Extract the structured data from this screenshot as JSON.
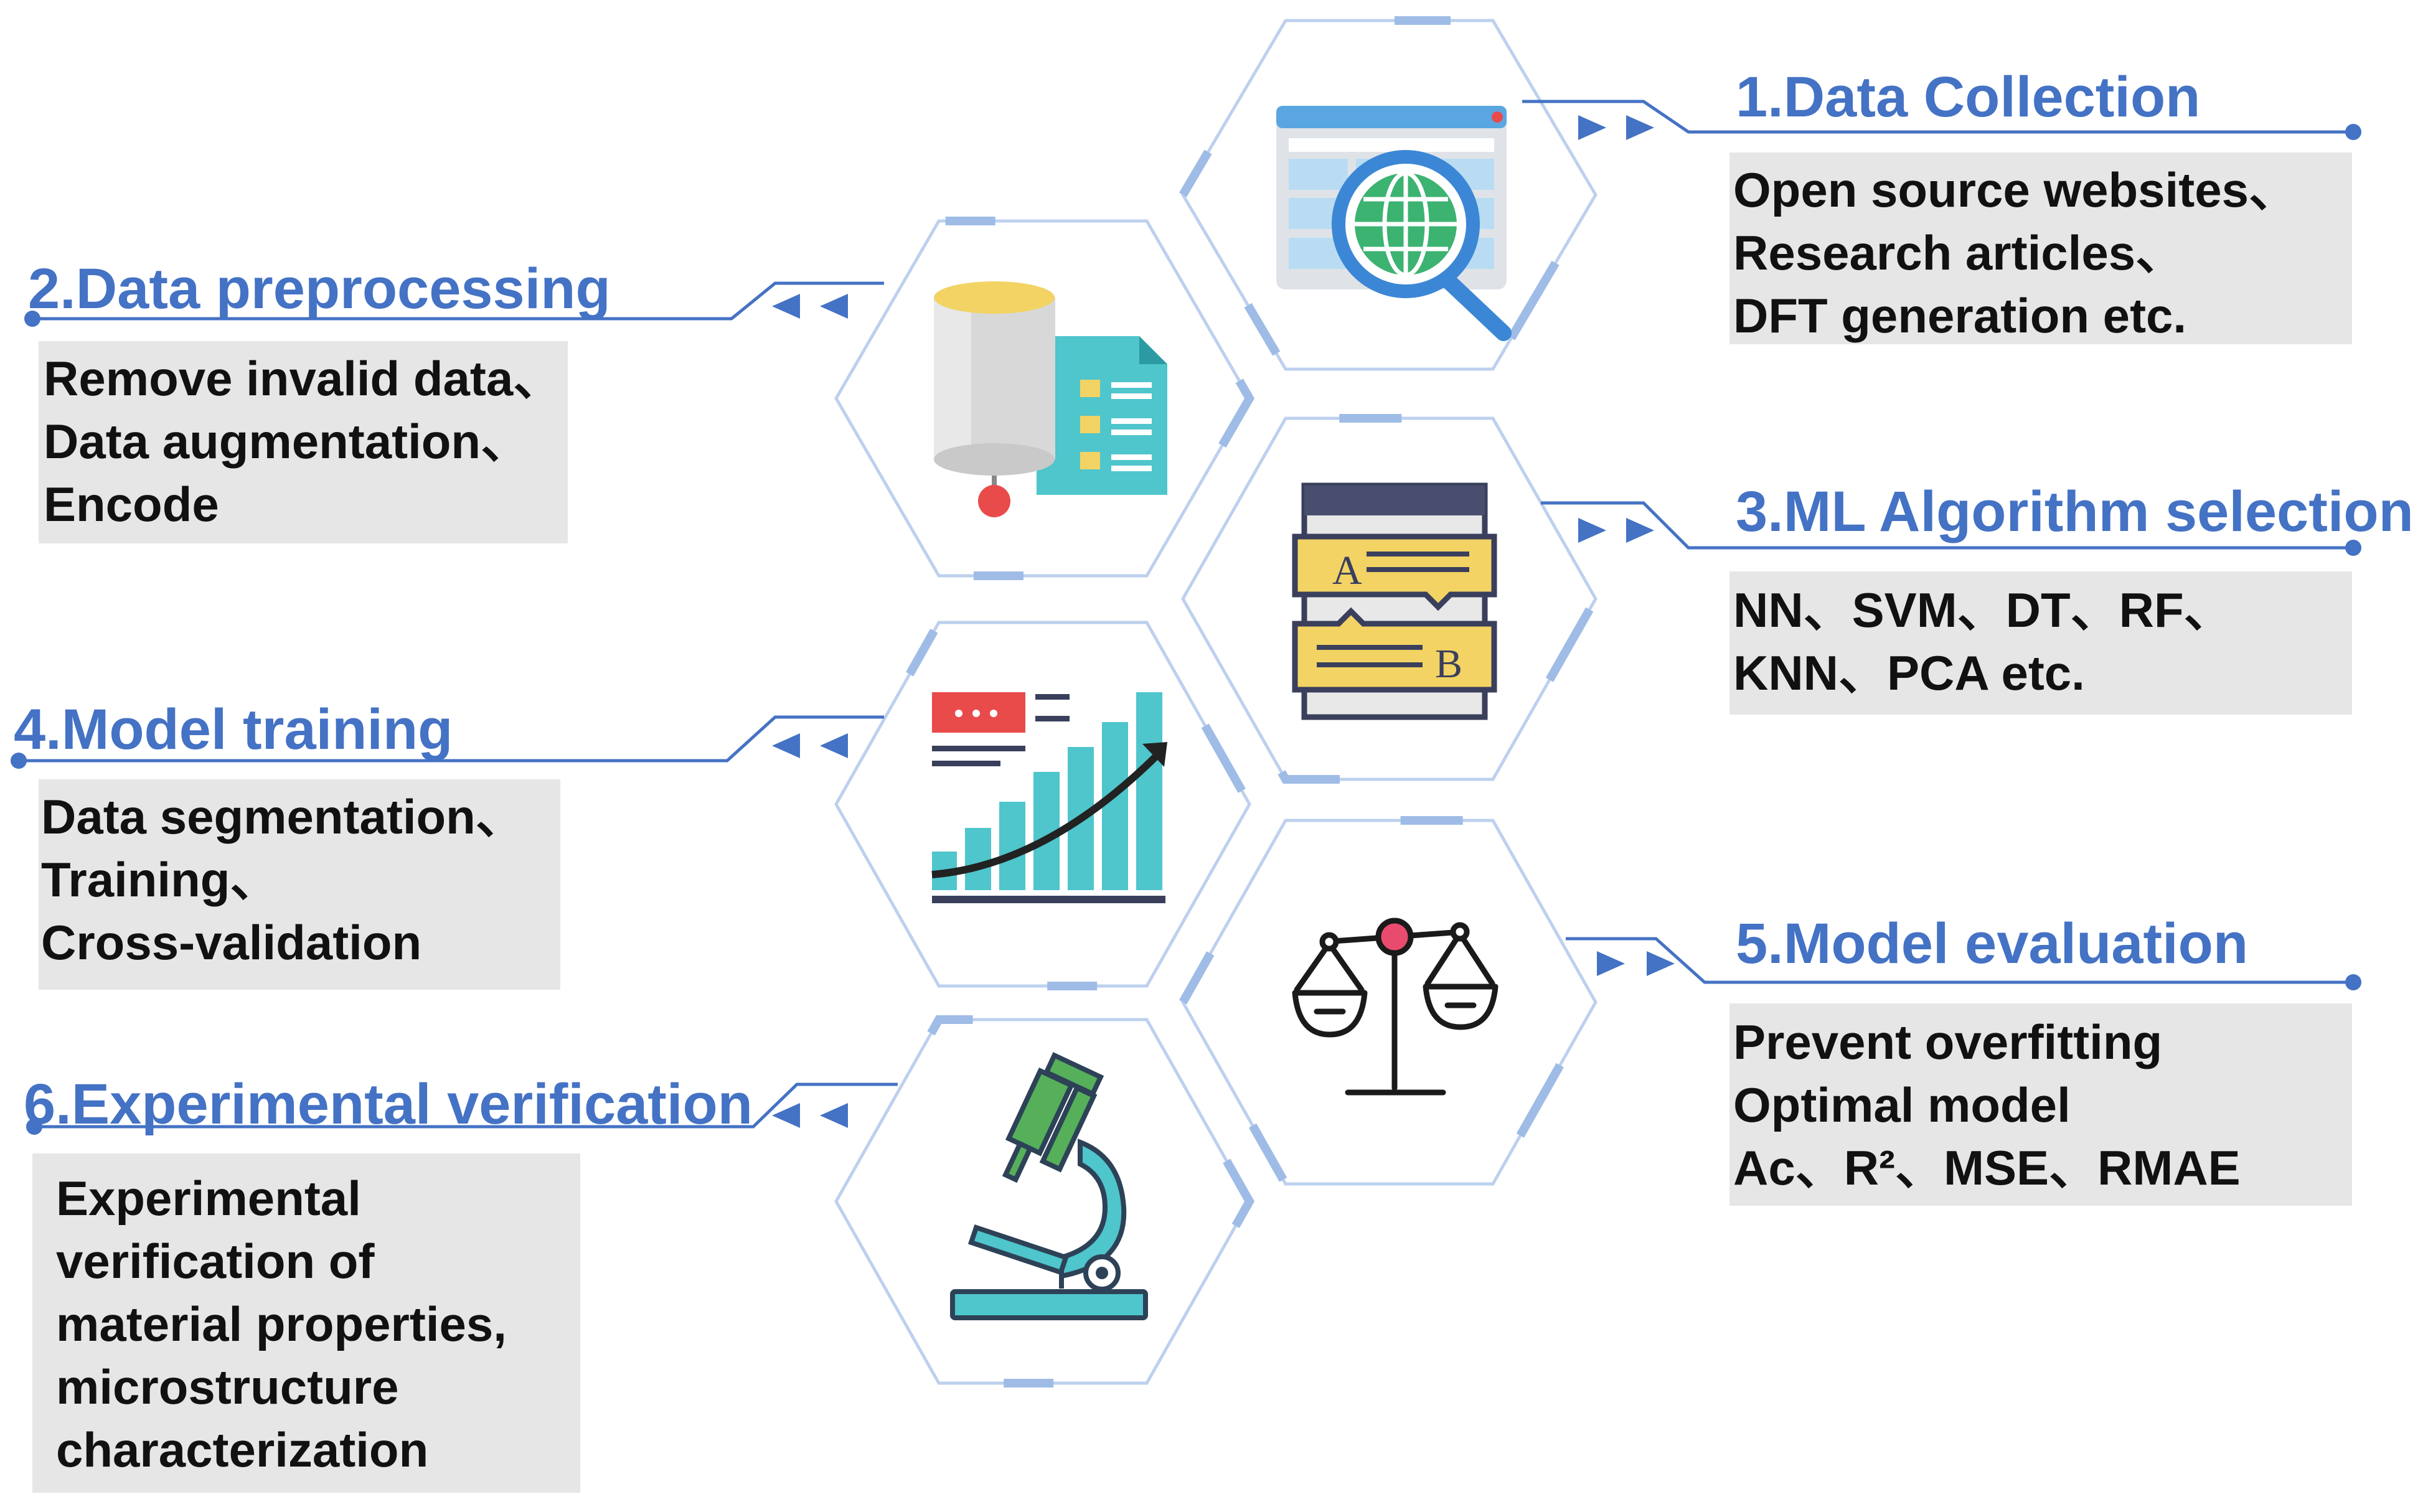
{
  "colors": {
    "accent": "#4472C4",
    "hex_border": "#bdd0ee",
    "box_fill": "#e6e6e6",
    "teal": "#4fc5cc",
    "yellow": "#f2d364",
    "red": "#e94b4b",
    "green": "#56b05a"
  },
  "steps": [
    {
      "id": "data-collection",
      "title": "1.Data Collection",
      "icon": "globe-search-icon",
      "lines": [
        "Open source websites、",
        "Research articles、",
        "DFT generation etc."
      ]
    },
    {
      "id": "data-preprocessing",
      "title": "2.Data preprocessing",
      "icon": "database-document-icon",
      "lines": [
        "Remove invalid data、",
        "Data augmentation、",
        "Encode"
      ]
    },
    {
      "id": "ml-algorithm-selection",
      "title": "3.ML Algorithm selection",
      "icon": "ab-comparison-icon",
      "lines": [
        "NN、SVM、DT、RF、",
        "KNN、PCA etc."
      ]
    },
    {
      "id": "model-training",
      "title": "4.Model training",
      "icon": "growth-chart-icon",
      "lines": [
        "Data segmentation、",
        "Training、",
        "Cross-validation"
      ]
    },
    {
      "id": "model-evaluation",
      "title": "5.Model evaluation",
      "icon": "balance-scale-icon",
      "lines": [
        "Prevent overfitting",
        "Optimal model",
        "Ac、R²、MSE、RMAE"
      ]
    },
    {
      "id": "experimental-verification",
      "title": "6.Experimental verification",
      "icon": "microscope-icon",
      "lines": [
        "Experimental",
        "verification of",
        "material properties,",
        "microstructure",
        "characterization"
      ]
    }
  ]
}
